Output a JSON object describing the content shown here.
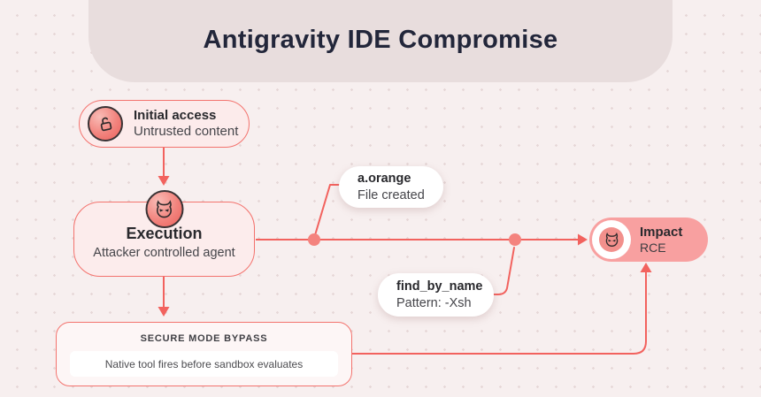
{
  "title": "Antigravity IDE Compromise",
  "colors": {
    "background": "#f7efef",
    "header_band": "#e8dddd",
    "accent_red": "#f2625e",
    "node_fill": "#fcebeb",
    "impact_fill": "#f8a0a0",
    "title_color": "#22263a"
  },
  "nodes": {
    "initial_access": {
      "title": "Initial access",
      "subtitle": "Untrusted content",
      "icon": "lock-open-icon"
    },
    "execution": {
      "title": "Execution",
      "subtitle": "Attacker controlled agent",
      "icon": "devil-icon"
    },
    "impact": {
      "title": "Impact",
      "subtitle": "RCE",
      "icon": "devil-icon"
    },
    "secure_mode_bypass": {
      "title": "SECURE MODE BYPASS",
      "detail": "Native tool fires before sandbox evaluates"
    }
  },
  "callouts": {
    "file_created": {
      "title": "a.orange",
      "subtitle": "File created"
    },
    "find_by_name": {
      "title": "find_by_name",
      "subtitle": "Pattern: -Xsh"
    }
  }
}
